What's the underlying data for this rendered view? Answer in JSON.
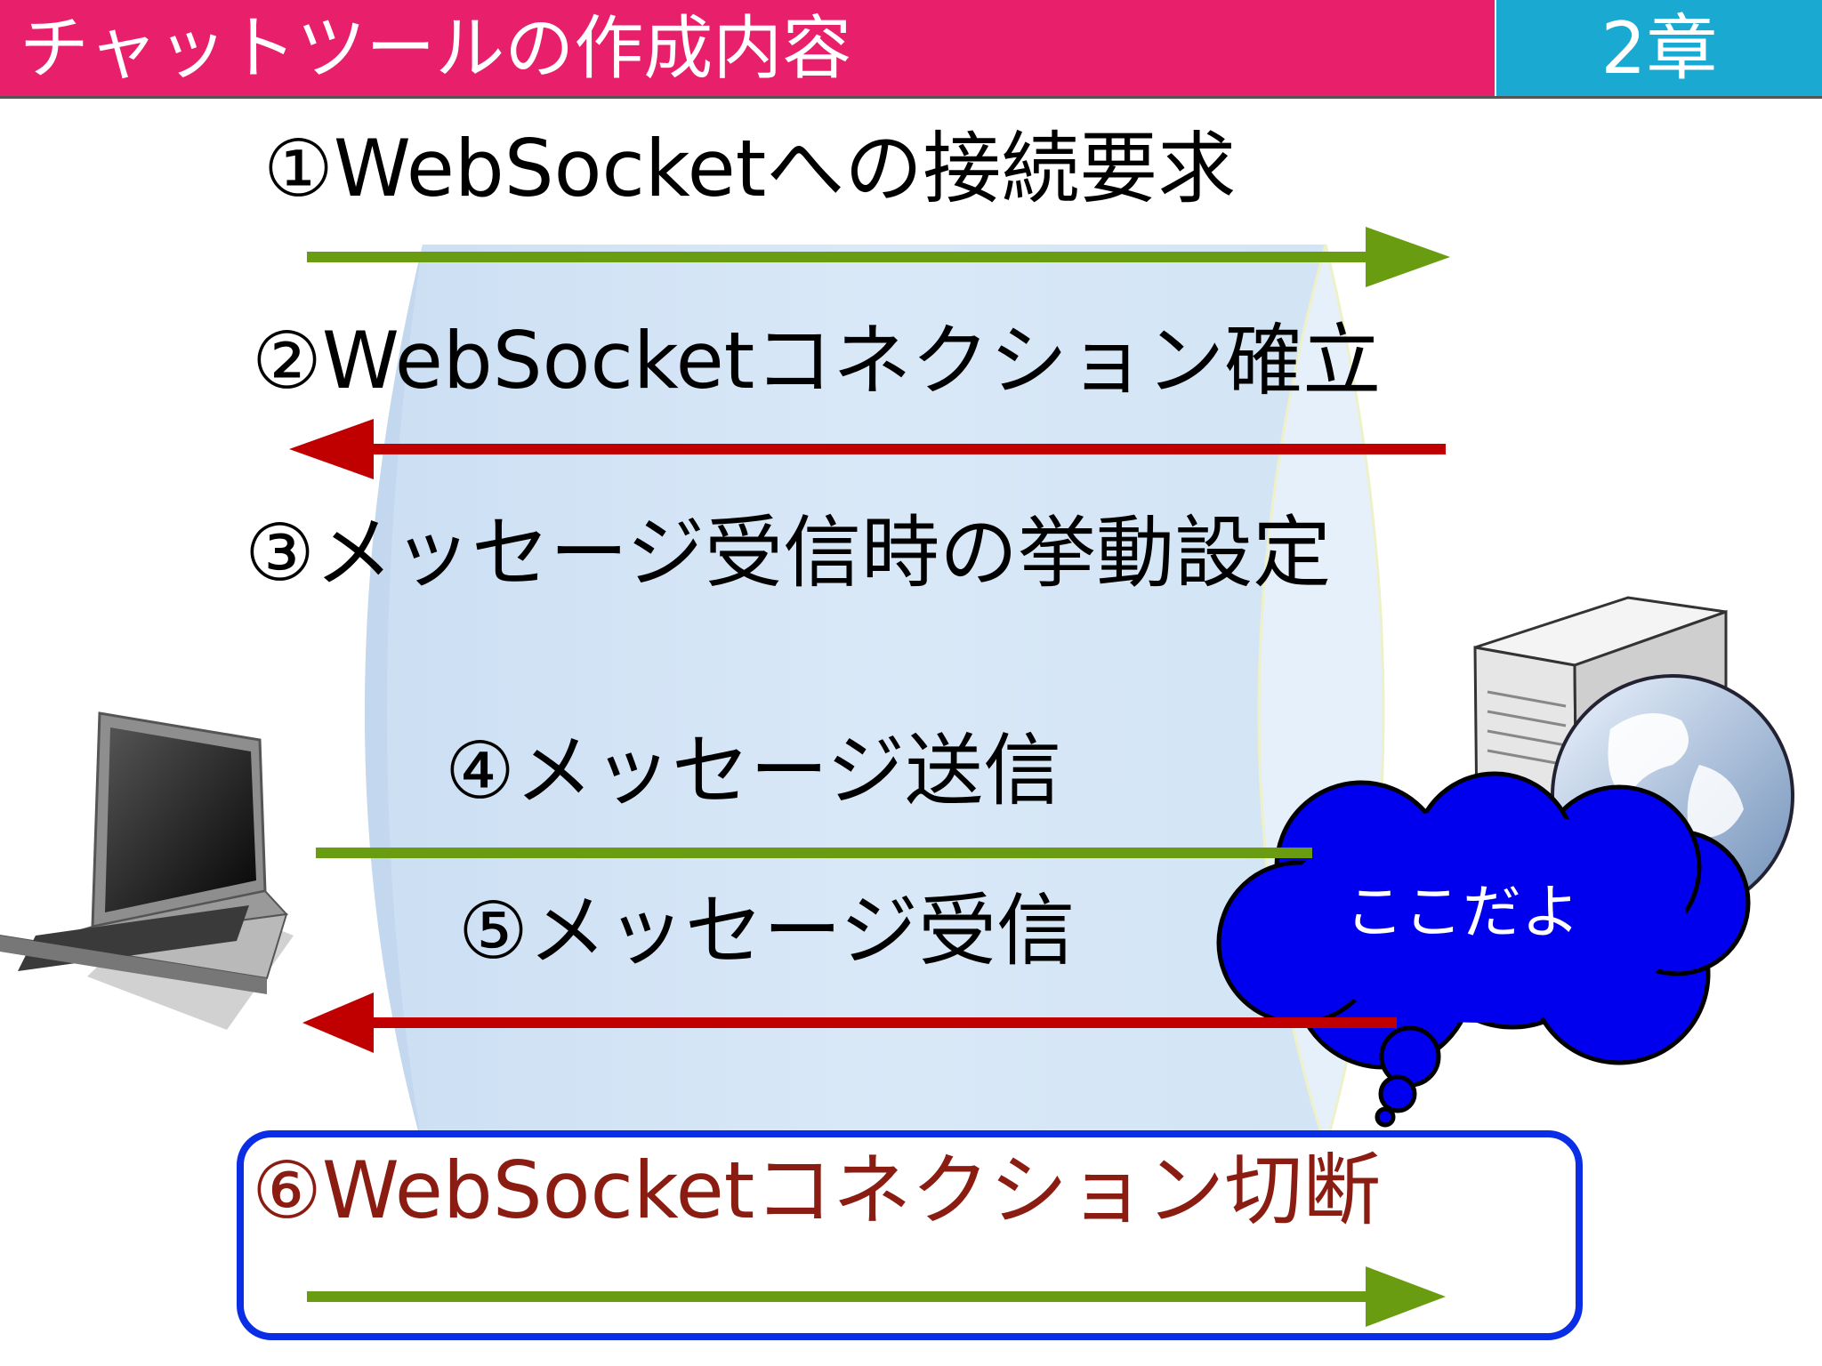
{
  "header": {
    "title": "チャットツールの作成内容",
    "chapter": "2章",
    "title_color": "#e8206c",
    "chapter_color": "#1aa9d1"
  },
  "steps": [
    {
      "label": "①WebSocketへの接続要求",
      "direction": "client-to-server",
      "arrow_color": "#6a9c12"
    },
    {
      "label": "②WebSocketコネクション確立",
      "direction": "server-to-client",
      "arrow_color": "#c00000"
    },
    {
      "label": "③メッセージ受信時の挙動設定",
      "direction": "none"
    },
    {
      "label": "④メッセージ送信",
      "direction": "client-to-server",
      "arrow_color": "#6a9c12"
    },
    {
      "label": "⑤メッセージ受信",
      "direction": "server-to-client",
      "arrow_color": "#c00000"
    },
    {
      "label": "⑥WebSocketコネクション切断",
      "direction": "client-to-server",
      "arrow_color": "#6a9c12",
      "highlighted": true
    }
  ],
  "callout": {
    "text": "ここだよ",
    "color": "#0000ee"
  },
  "icons": {
    "client": "laptop-icon",
    "server": "server-icon",
    "network": "globe-icon",
    "channel": "websocket-tunnel"
  },
  "highlight_box_color": "#0a2ee6"
}
